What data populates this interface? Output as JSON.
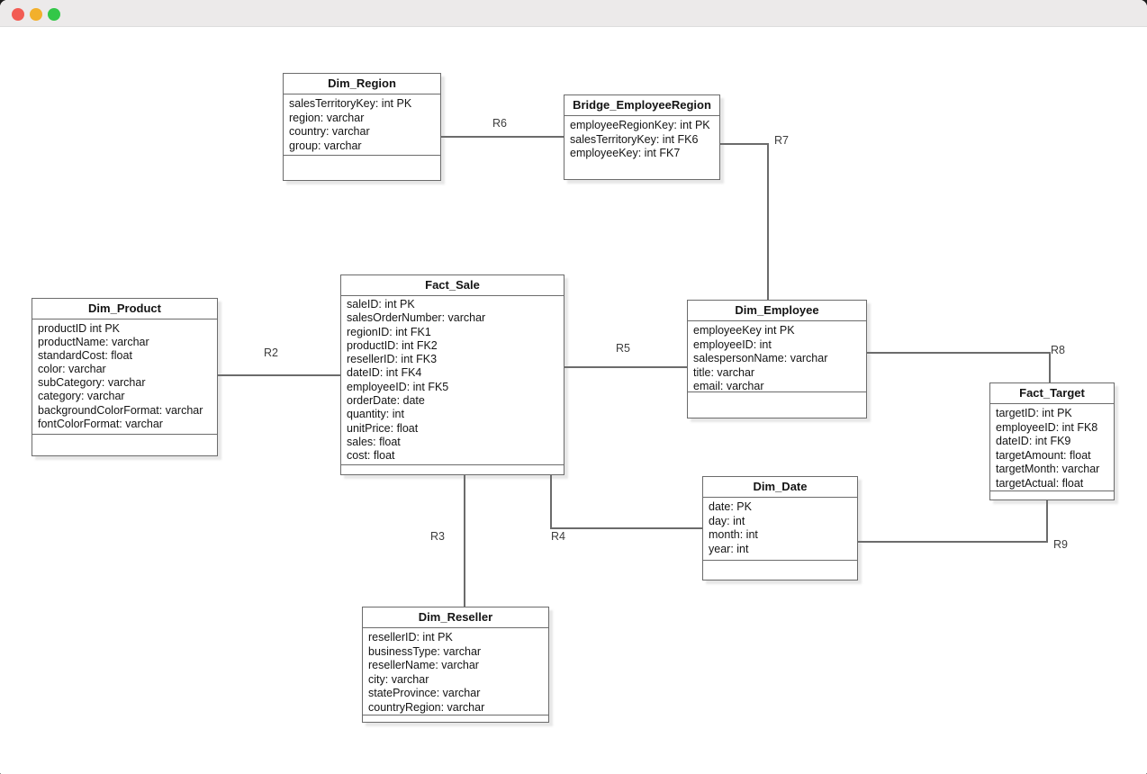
{
  "window": {
    "controls": {
      "close_color": "#f25c54",
      "minimize_color": "#f2b02c",
      "maximize_color": "#33c748"
    },
    "titlebar_color": "#eceaea"
  },
  "diagram": {
    "colors": {
      "entity_border": "#6b6b6b",
      "connector": "#6b6b6b",
      "entity_background": "#ffffff",
      "canvas_background": "#ffffff"
    },
    "entities": [
      {
        "title": "Dim_Region",
        "fields": [
          "salesTerritoryKey: int PK",
          "region: varchar",
          "country: varchar",
          "group: varchar"
        ]
      },
      {
        "title": "Bridge_EmployeeRegion",
        "fields": [
          "employeeRegionKey: int PK",
          "salesTerritoryKey: int FK6",
          "employeeKey: int FK7"
        ]
      },
      {
        "title": "Dim_Product",
        "fields": [
          "productID int PK",
          "productName: varchar",
          "standardCost: float",
          "color: varchar",
          "subCategory: varchar",
          "category: varchar",
          "backgroundColorFormat: varchar",
          "fontColorFormat: varchar"
        ]
      },
      {
        "title": "Fact_Sale",
        "fields": [
          "saleID: int PK",
          "salesOrderNumber: varchar",
          "regionID: int FK1",
          "productID: int FK2",
          "resellerID: int FK3",
          "dateID: int FK4",
          "employeeID: int FK5",
          "orderDate: date",
          "quantity: int",
          "unitPrice: float",
          "sales: float",
          "cost: float"
        ]
      },
      {
        "title": "Dim_Employee",
        "fields": [
          "employeeKey int PK",
          "employeeID: int",
          "salespersonName: varchar",
          "title: varchar",
          "email: varchar"
        ]
      },
      {
        "title": "Fact_Target",
        "fields": [
          "targetID: int PK",
          "employeeID: int FK8",
          "dateID: int FK9",
          "targetAmount: float",
          "targetMonth: varchar",
          "targetActual: float"
        ]
      },
      {
        "title": "Dim_Date",
        "fields": [
          "date: PK",
          "day: int",
          "month: int",
          "year: int"
        ]
      },
      {
        "title": "Dim_Reseller",
        "fields": [
          "resellerID: int PK",
          "businessType: varchar",
          "resellerName: varchar",
          "city: varchar",
          "stateProvince: varchar",
          "countryRegion: varchar"
        ]
      }
    ],
    "relations": [
      {
        "label": "R2",
        "from": "Dim_Product",
        "to": "Fact_Sale"
      },
      {
        "label": "R3",
        "from": "Fact_Sale",
        "to": "Dim_Reseller"
      },
      {
        "label": "R4",
        "from": "Fact_Sale",
        "to": "Dim_Date"
      },
      {
        "label": "R5",
        "from": "Fact_Sale",
        "to": "Dim_Employee"
      },
      {
        "label": "R6",
        "from": "Dim_Region",
        "to": "Bridge_EmployeeRegion"
      },
      {
        "label": "R7",
        "from": "Bridge_EmployeeRegion",
        "to": "Dim_Employee"
      },
      {
        "label": "R8",
        "from": "Dim_Employee",
        "to": "Fact_Target"
      },
      {
        "label": "R9",
        "from": "Fact_Target",
        "to": "Dim_Date"
      }
    ]
  }
}
